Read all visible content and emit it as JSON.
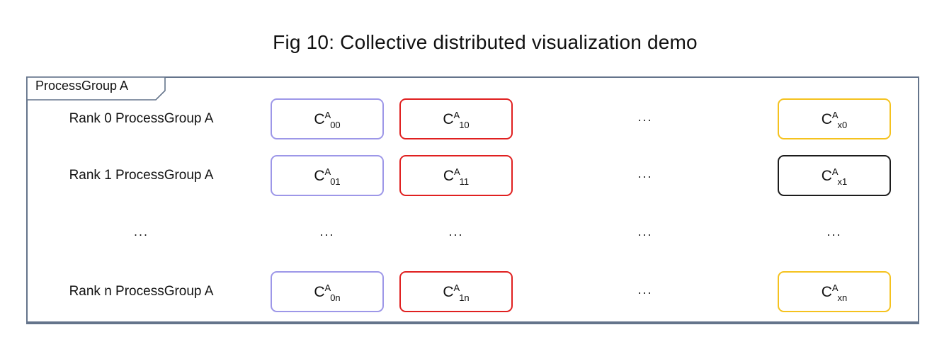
{
  "title": "Fig 10: Collective distributed visualization demo",
  "group": {
    "tab_label": "ProcessGroup A"
  },
  "ellipsis": "...",
  "colors": {
    "purple": "#9D97E8",
    "red": "#E02020",
    "yellow": "#F5C21E",
    "black": "#1C1C1C",
    "frame": "#64748B"
  },
  "rows": [
    {
      "label": "Rank 0 ProcessGroup A",
      "cells": [
        {
          "base": "C",
          "sup": "A",
          "sub": "00",
          "border": "purple"
        },
        {
          "base": "C",
          "sup": "A",
          "sub": "10",
          "border": "red"
        },
        {
          "base": "C",
          "sup": "A",
          "sub": "x0",
          "border": "yellow"
        }
      ]
    },
    {
      "label": "Rank 1 ProcessGroup A",
      "cells": [
        {
          "base": "C",
          "sup": "A",
          "sub": "01",
          "border": "purple"
        },
        {
          "base": "C",
          "sup": "A",
          "sub": "11",
          "border": "red"
        },
        {
          "base": "C",
          "sup": "A",
          "sub": "x1",
          "border": "black"
        }
      ]
    },
    {
      "label": "...",
      "type": "ellipsis-row"
    },
    {
      "label": "Rank n ProcessGroup A",
      "cells": [
        {
          "base": "C",
          "sup": "A",
          "sub": "0n",
          "border": "purple"
        },
        {
          "base": "C",
          "sup": "A",
          "sub": "1n",
          "border": "red"
        },
        {
          "base": "C",
          "sup": "A",
          "sub": "xn",
          "border": "yellow"
        }
      ]
    }
  ]
}
